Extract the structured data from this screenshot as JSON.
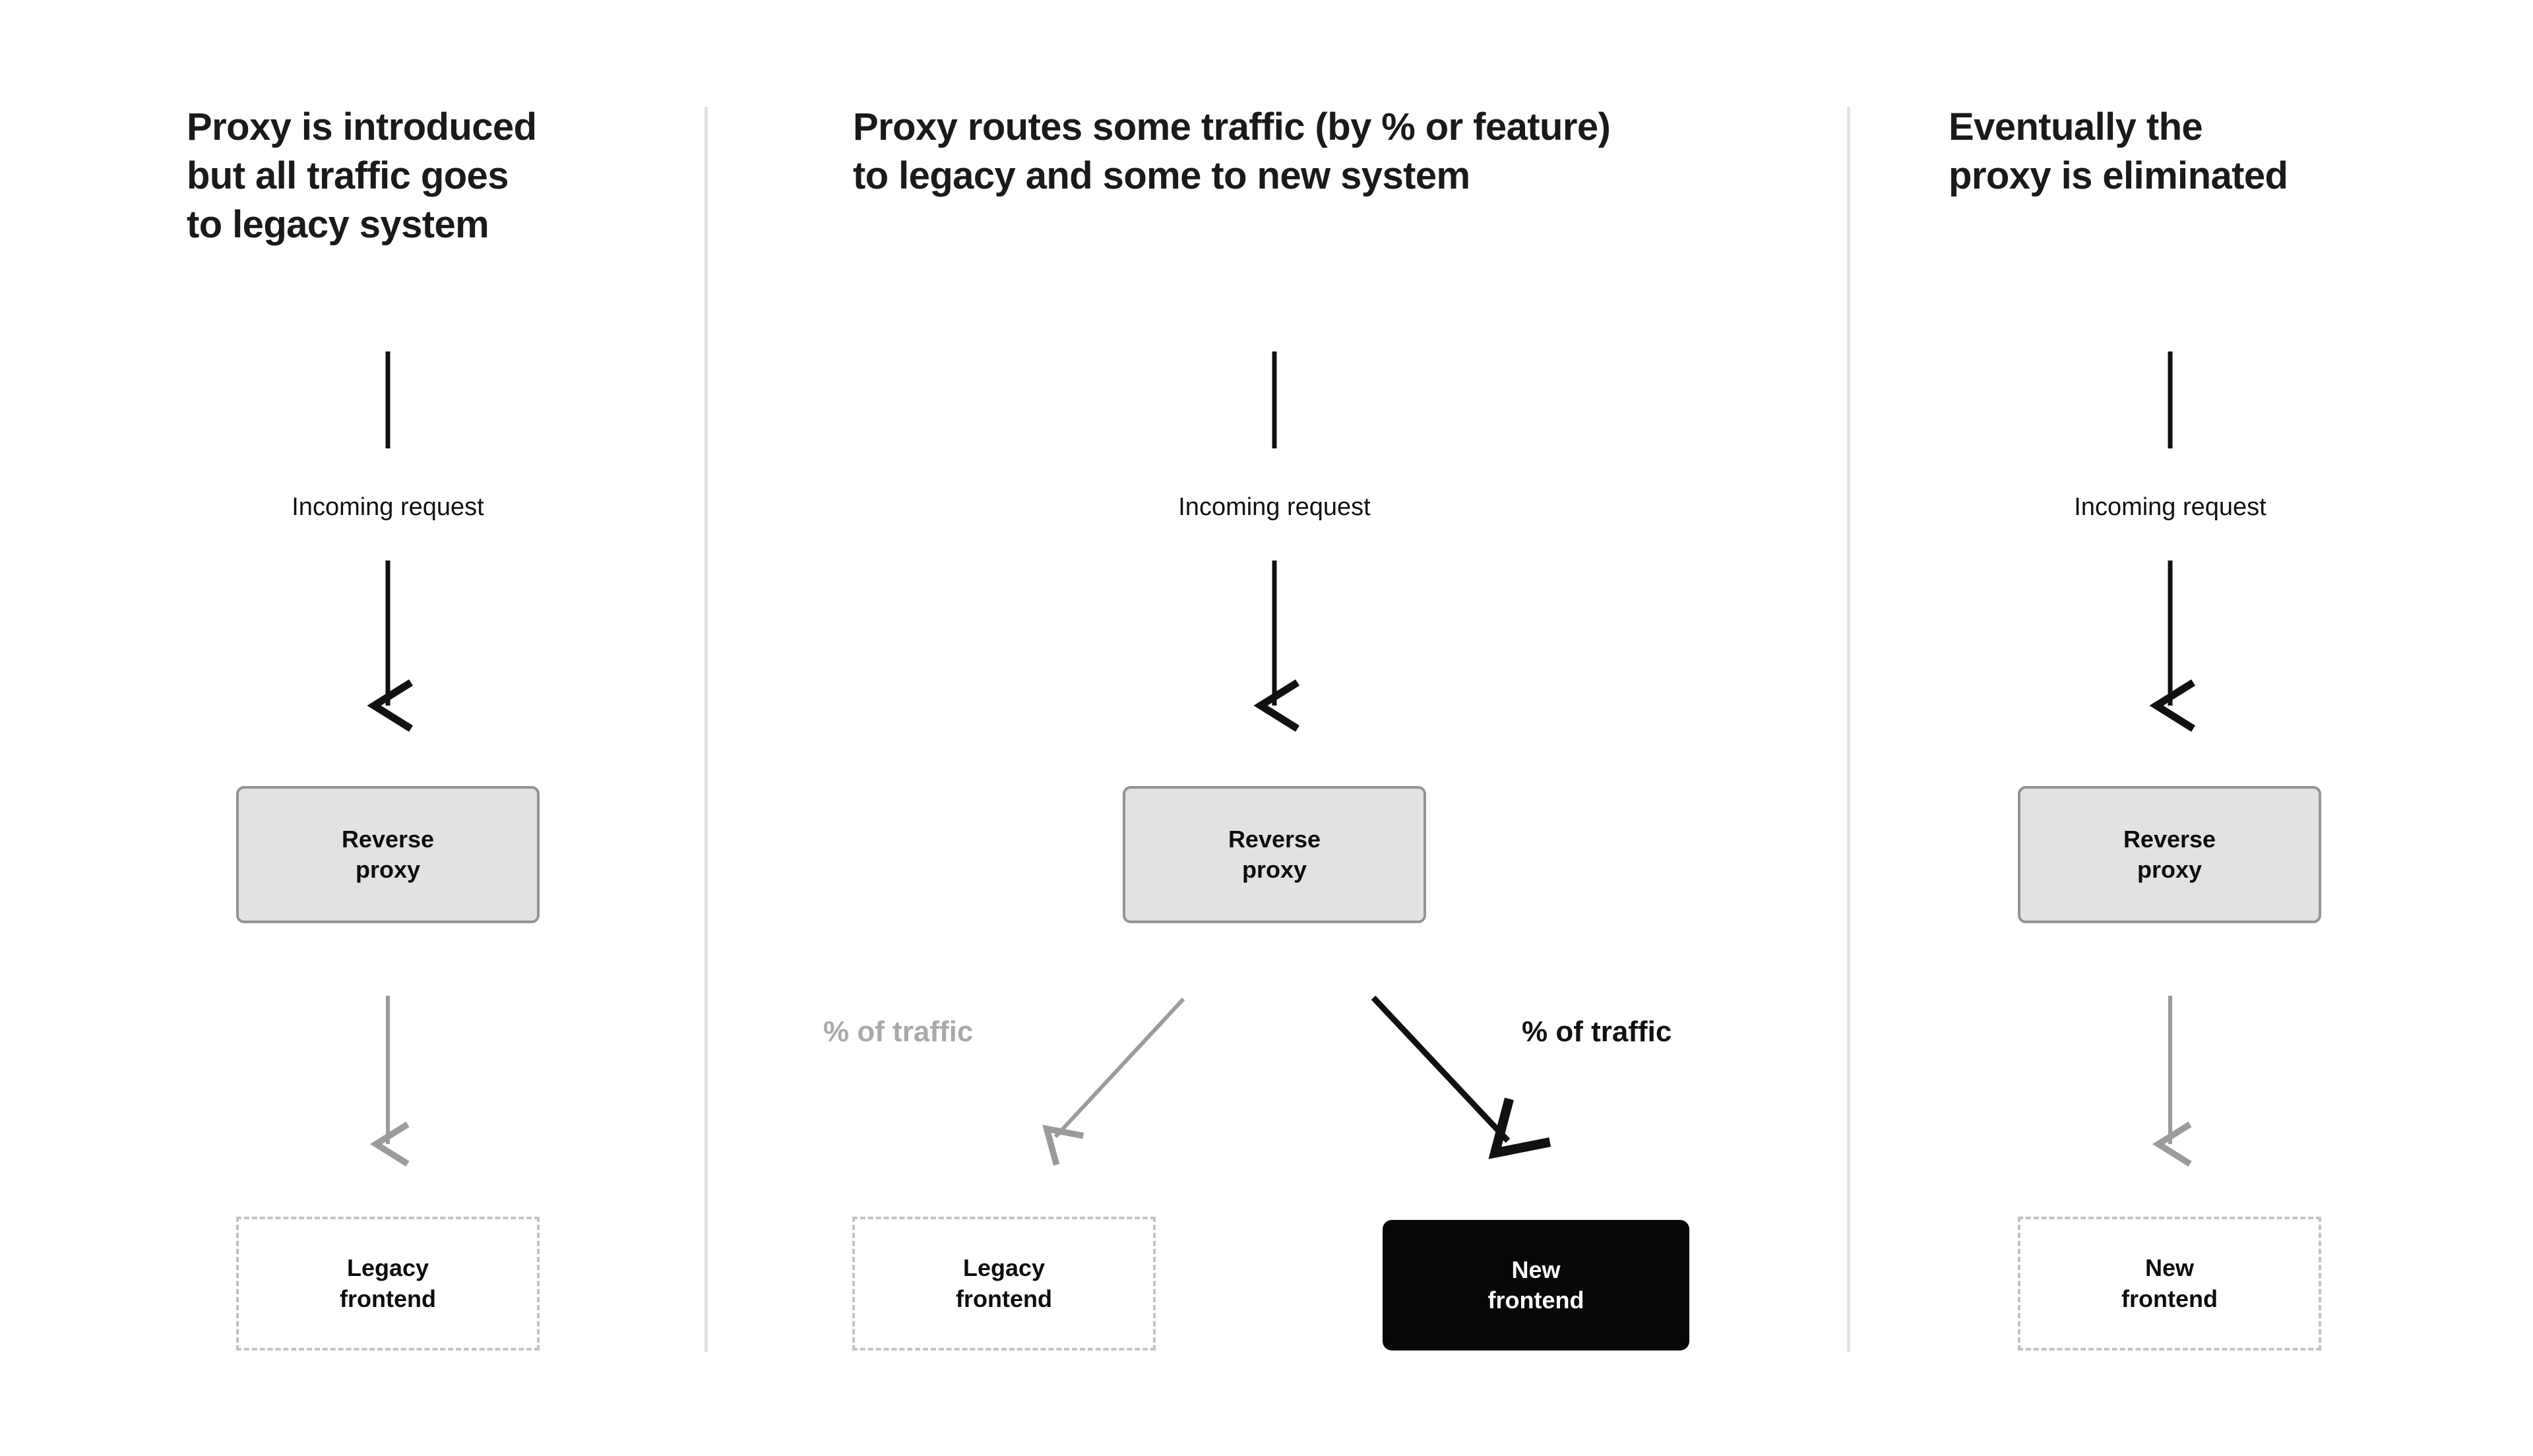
{
  "diagram": {
    "title_alt": "Strangler fig / reverse proxy migration stages",
    "background_color": "#ffffff",
    "divider_color": "#e2e2e2"
  },
  "columns": [
    {
      "id": "stage-1",
      "heading": "Proxy is introduced\nbut all traffic goes\nto legacy system",
      "caption": "Incoming request",
      "proxy_node": "Reverse\nproxy",
      "target_nodes": [
        {
          "label": "Legacy\nfrontend",
          "style": "dashed"
        }
      ]
    },
    {
      "id": "stage-2",
      "heading": "Proxy routes some traffic (by % or feature)\nto legacy and some to new system",
      "caption": "Incoming request",
      "proxy_node": "Reverse\nproxy",
      "branch_labels": [
        {
          "text": "% of traffic",
          "emphasis": "muted"
        },
        {
          "text": "% of traffic",
          "emphasis": "strong"
        }
      ],
      "target_nodes": [
        {
          "label": "Legacy\nfrontend",
          "style": "dashed"
        },
        {
          "label": "New\nfrontend",
          "style": "filled"
        }
      ]
    },
    {
      "id": "stage-3",
      "heading": "Eventually the\nproxy is eliminated",
      "caption": "Incoming request",
      "proxy_node": "Reverse\nproxy",
      "target_nodes": [
        {
          "label": "New\nfrontend",
          "style": "dashed"
        }
      ]
    }
  ],
  "colors": {
    "text": "#1a1a1a",
    "proxy_fill": "#e2e2e2",
    "proxy_border": "#949494",
    "dashed_border": "#c2c2c2",
    "filled_fill": "#080808",
    "filled_text": "#ffffff",
    "arrow_strong": "#111111",
    "arrow_muted": "#9b9b9b",
    "muted_label": "#a9a9a9"
  }
}
